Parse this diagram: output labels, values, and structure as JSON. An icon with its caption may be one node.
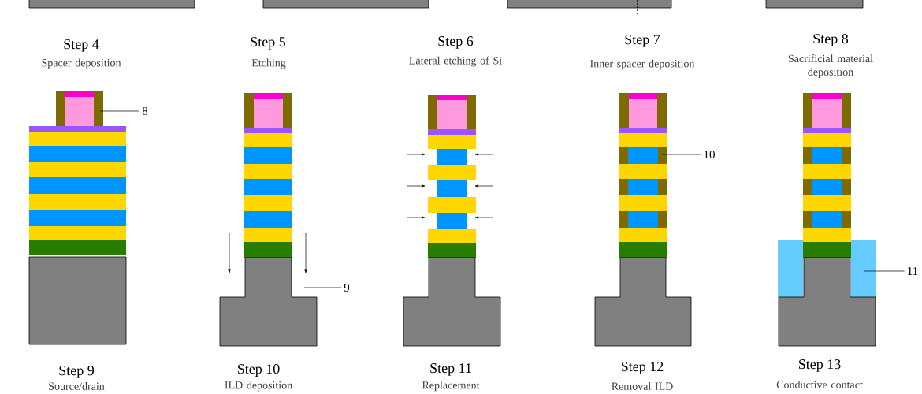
{
  "diagram": {
    "nodes": [
      {
        "text": [
          "8"
        ]
      },
      {
        "text": [
          "9"
        ]
      },
      {
        "text": [
          "10"
        ]
      },
      {
        "text": [
          "11"
        ]
      }
    ],
    "edges": [
      {
        "from": 0,
        "to": null,
        "arrow": "none"
      },
      {
        "from": 1,
        "to": null,
        "arrow": "none"
      },
      {
        "from": 2,
        "to": null,
        "arrow": "none"
      },
      {
        "from": 3,
        "to": null,
        "arrow": "none"
      }
    ],
    "labels": [
      "Step 4",
      "Spacer deposition",
      "Step 5",
      "Etching",
      "Step 6",
      "Lateral etching of Si",
      "Step 7",
      "Inner spacer deposition",
      "Step 8",
      "Sacrificial material deposition",
      "Step 9",
      "Source/drain",
      "Step 10",
      "ILD deposition",
      "Step 11",
      "Replacement",
      "Step 12",
      "Removal ILD",
      "Step 13",
      "Conductive contact"
    ]
  }
}
